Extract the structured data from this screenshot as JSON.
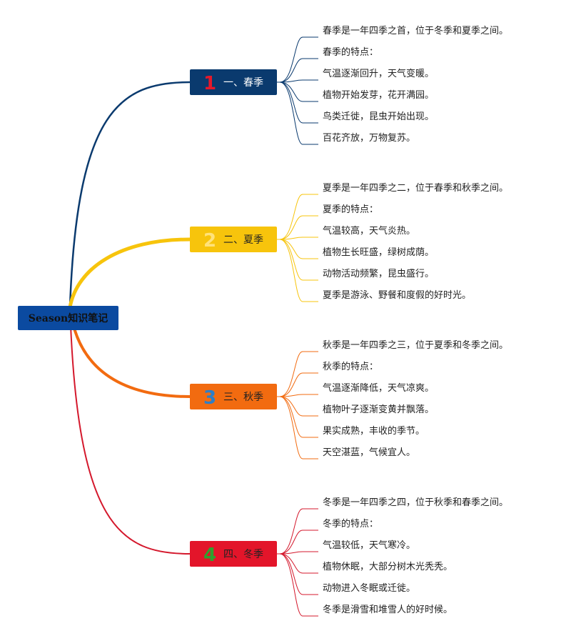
{
  "root": {
    "label": "Season知识笔记",
    "color": "#0b4aa0"
  },
  "branches": [
    {
      "number": "1",
      "title": "一、春季",
      "box_color": "#0a3a6e",
      "number_color": "#e5192b",
      "title_color": "#ffffff",
      "line_color": "#0a3a6e",
      "leaves": [
        "春季是一年四季之首，位于冬季和夏季之间。",
        "春季的特点：",
        "气温逐渐回升，天气变暖。",
        "植物开始发芽，花开满园。",
        "鸟类迁徙，昆虫开始出现。",
        "百花齐放，万物复苏。"
      ]
    },
    {
      "number": "2",
      "title": "二、夏季",
      "box_color": "#f7c40c",
      "number_color": "#ffe27a",
      "title_color": "#222222",
      "line_color": "#f7c40c",
      "leaves": [
        "夏季是一年四季之二，位于春季和秋季之间。",
        "夏季的特点：",
        "气温较高，天气炎热。",
        "植物生长旺盛，绿树成荫。",
        "动物活动频繁，昆虫盛行。",
        "夏季是游泳、野餐和度假的好时光。"
      ]
    },
    {
      "number": "3",
      "title": "三、秋季",
      "box_color": "#f26b10",
      "number_color": "#2f7fc6",
      "title_color": "#222222",
      "line_color": "#f26b10",
      "leaves": [
        "秋季是一年四季之三，位于夏季和冬季之间。",
        "秋季的特点：",
        "气温逐渐降低，天气凉爽。",
        "植物叶子逐渐变黄并飘落。",
        "果实成熟，丰收的季节。",
        "天空湛蓝，气候宜人。"
      ]
    },
    {
      "number": "4",
      "title": "四、冬季",
      "box_color": "#e3152a",
      "number_color": "#2ea12e",
      "title_color": "#222222",
      "line_color": "#d4182c",
      "leaves": [
        "冬季是一年四季之四，位于秋季和春季之间。",
        "冬季的特点：",
        "气温较低，天气寒冷。",
        "植物休眠，大部分树木光秃秃。",
        "动物进入冬眠或迁徙。",
        "冬季是滑雪和堆雪人的好时候。"
      ]
    }
  ]
}
